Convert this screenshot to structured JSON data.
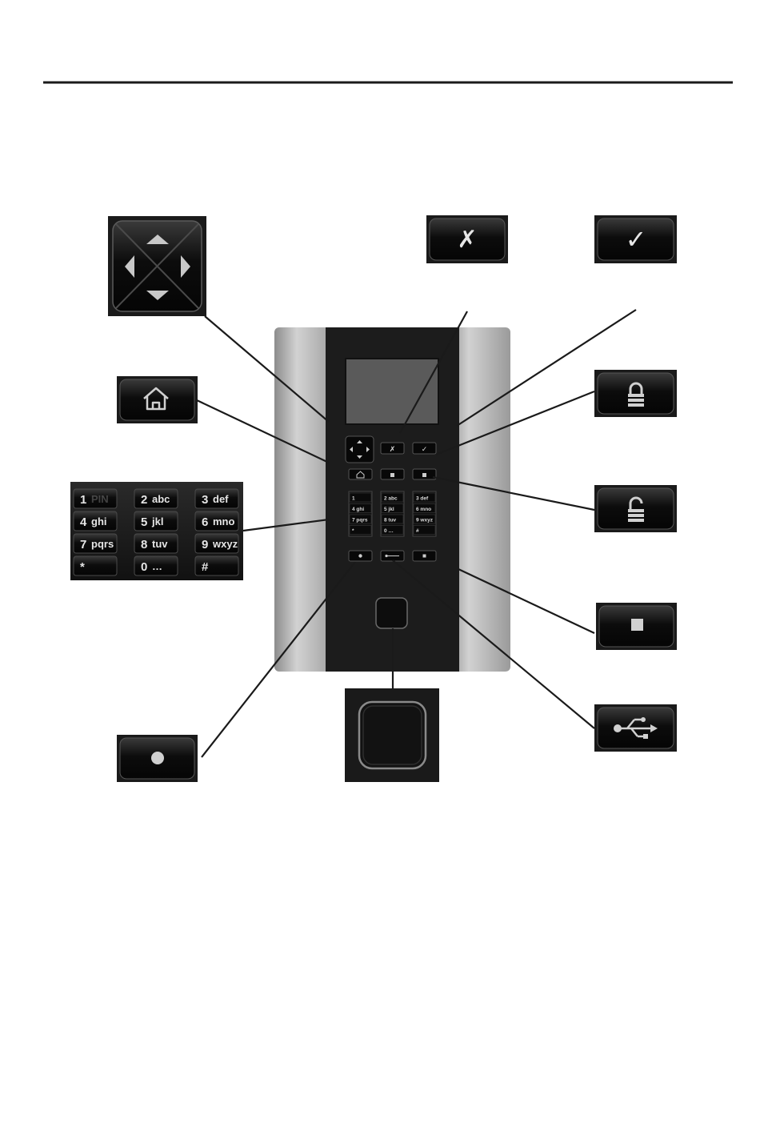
{
  "colors": {
    "background": "#ffffff",
    "device_body": "#1c1c1c",
    "device_side": "#a8a8a8",
    "key_black": "#0a0a0a",
    "screen": "#5a5a5a",
    "line": "#1a1a1a"
  },
  "keypad": {
    "rows": [
      [
        {
          "num": "1",
          "letters": "PIN"
        },
        {
          "num": "2",
          "letters": "abc"
        },
        {
          "num": "3",
          "letters": "def"
        }
      ],
      [
        {
          "num": "4",
          "letters": "ghi"
        },
        {
          "num": "5",
          "letters": "jkl"
        },
        {
          "num": "6",
          "letters": "mno"
        }
      ],
      [
        {
          "num": "7",
          "letters": "pqrs"
        },
        {
          "num": "8",
          "letters": "tuv"
        },
        {
          "num": "9",
          "letters": "wxyz"
        }
      ],
      [
        {
          "num": "*",
          "letters": ""
        },
        {
          "num": "0",
          "letters": "…"
        },
        {
          "num": "#",
          "letters": ""
        }
      ]
    ]
  },
  "buttons": {
    "navigation": {
      "icon": "four-way-arrows-icon"
    },
    "cancel": {
      "icon": "cancel-x-icon",
      "glyph": "✗"
    },
    "confirm": {
      "icon": "checkmark-icon",
      "glyph": "✓"
    },
    "home": {
      "icon": "home-icon"
    },
    "lock": {
      "icon": "lock-closed-icon"
    },
    "unlock": {
      "icon": "lock-open-icon"
    },
    "record": {
      "icon": "dot-icon"
    },
    "stop": {
      "icon": "square-stop-icon"
    },
    "usb": {
      "icon": "usb-icon"
    },
    "fingerprint": {
      "icon": "rounded-square-sensor-icon"
    }
  }
}
